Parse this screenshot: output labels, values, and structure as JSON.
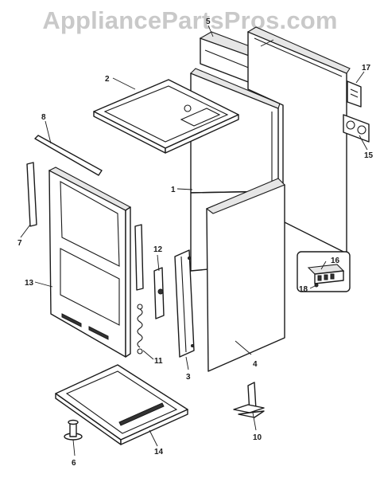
{
  "watermark": "AppliancePartsPros.com",
  "callouts": {
    "c1": "1",
    "c2": "2",
    "c3": "3",
    "c4": "4",
    "c5": "5",
    "c6": "6",
    "c7": "7",
    "c8": "8",
    "c10": "10",
    "c11": "11",
    "c12": "12",
    "c13": "13",
    "c14": "14",
    "c15": "15",
    "c16": "16",
    "c17": "17",
    "c18": "18"
  }
}
